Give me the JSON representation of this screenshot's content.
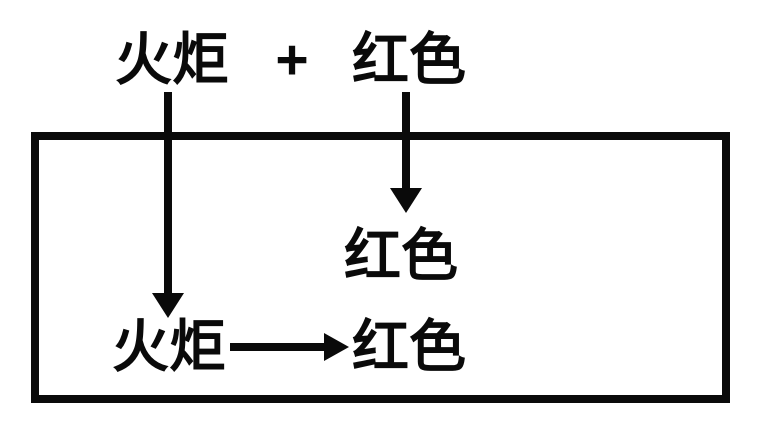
{
  "diagram": {
    "top": {
      "left_label": "火炬",
      "operator": "+",
      "right_label": "红色"
    },
    "box": {
      "top_label": "红色",
      "bottom_left_label": "火炬",
      "bottom_right_label": "红色"
    },
    "arrows": [
      {
        "name": "torch-down-into-box",
        "direction": "down"
      },
      {
        "name": "red-down-into-box",
        "direction": "down"
      },
      {
        "name": "torch-to-red",
        "direction": "right"
      }
    ],
    "colors": {
      "ink": "#0a0a0a",
      "background": "#ffffff"
    }
  }
}
